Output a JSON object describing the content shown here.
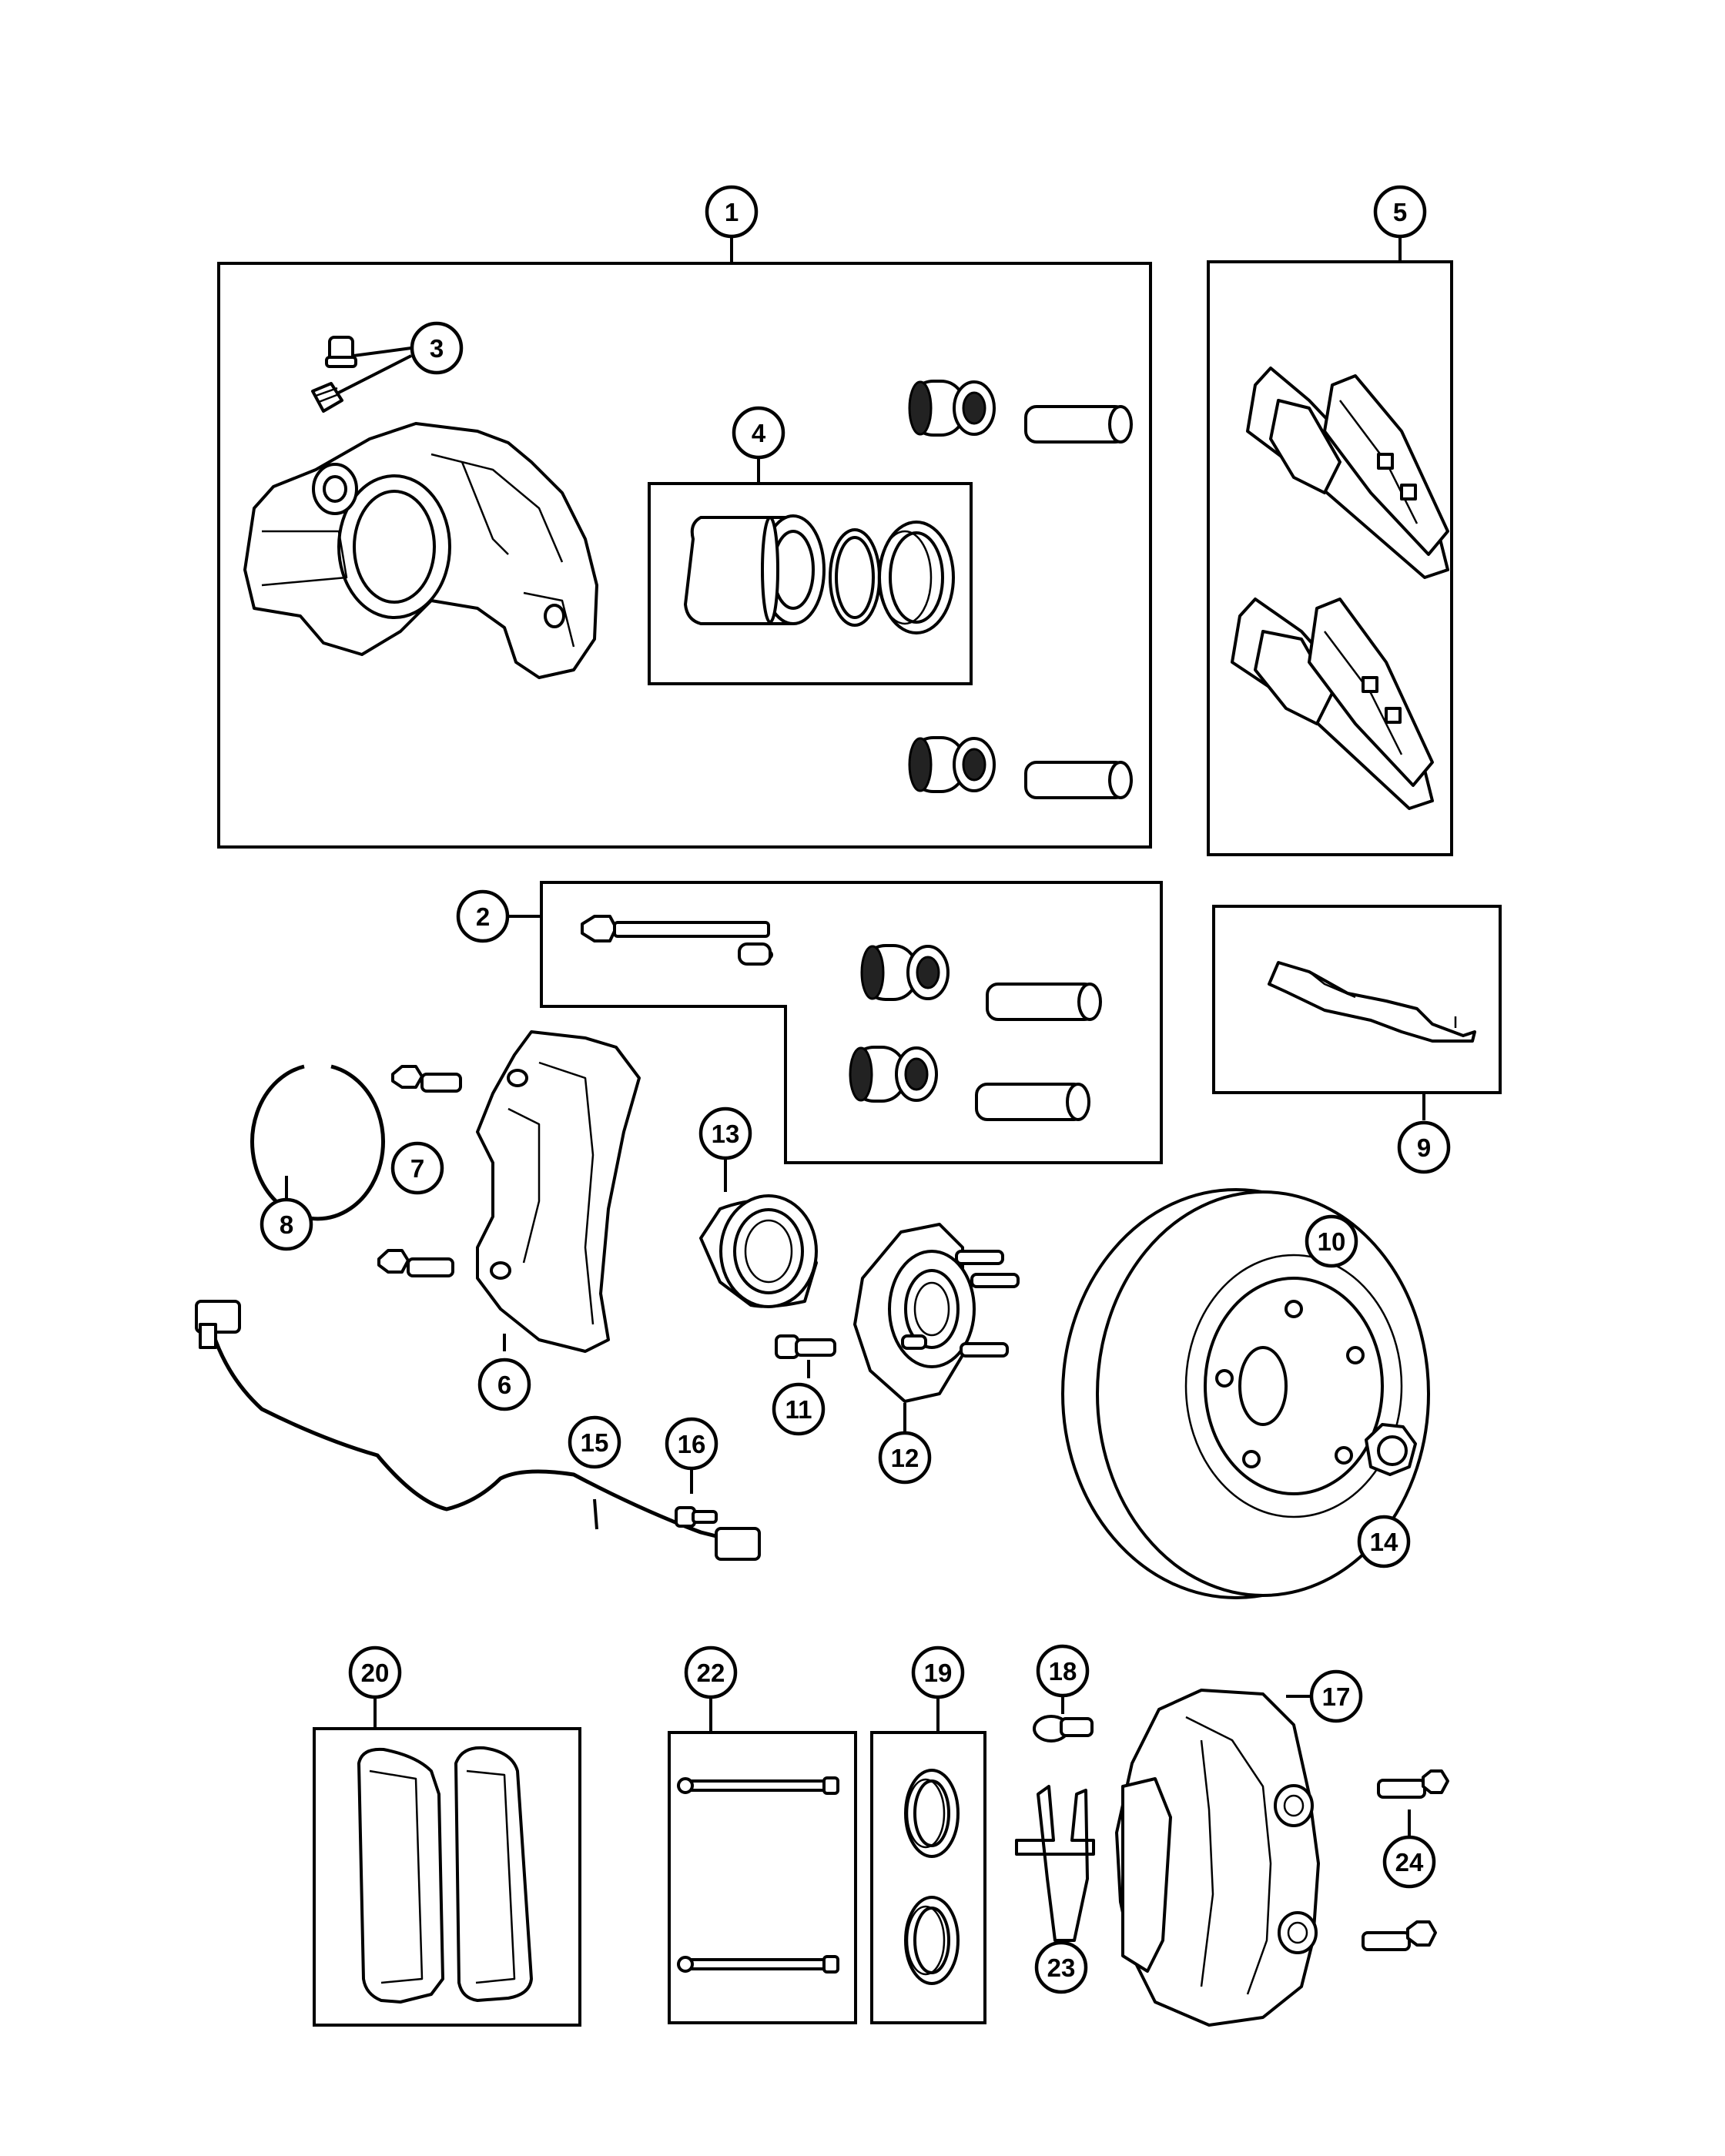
{
  "callouts": [
    {
      "id": "c1",
      "label": "1"
    },
    {
      "id": "c2",
      "label": "2"
    },
    {
      "id": "c3",
      "label": "3"
    },
    {
      "id": "c4",
      "label": "4"
    },
    {
      "id": "c5",
      "label": "5"
    },
    {
      "id": "c6",
      "label": "6"
    },
    {
      "id": "c7",
      "label": "7"
    },
    {
      "id": "c8",
      "label": "8"
    },
    {
      "id": "c9",
      "label": "9"
    },
    {
      "id": "c10",
      "label": "10"
    },
    {
      "id": "c11",
      "label": "11"
    },
    {
      "id": "c12",
      "label": "12"
    },
    {
      "id": "c13",
      "label": "13"
    },
    {
      "id": "c14",
      "label": "14"
    },
    {
      "id": "c15",
      "label": "15"
    },
    {
      "id": "c16",
      "label": "16"
    },
    {
      "id": "c17",
      "label": "17"
    },
    {
      "id": "c18",
      "label": "18"
    },
    {
      "id": "c19",
      "label": "19"
    },
    {
      "id": "c20",
      "label": "20"
    },
    {
      "id": "c22",
      "label": "22"
    },
    {
      "id": "c23",
      "label": "23"
    },
    {
      "id": "c24",
      "label": "24"
    }
  ]
}
